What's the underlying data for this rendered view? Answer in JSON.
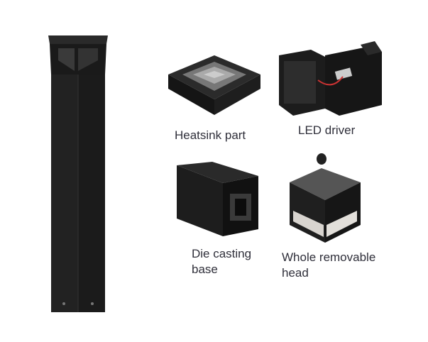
{
  "labels": {
    "heatsink": "Heatsink part",
    "led_driver": "LED driver",
    "die_casting_line1": "Die casting",
    "die_casting_line2": "base",
    "head_line1": "Whole removable",
    "head_line2": "head"
  },
  "colors": {
    "product_body": "#1e1e1e",
    "label_text": "#2f2f3a",
    "background": "#ffffff"
  }
}
